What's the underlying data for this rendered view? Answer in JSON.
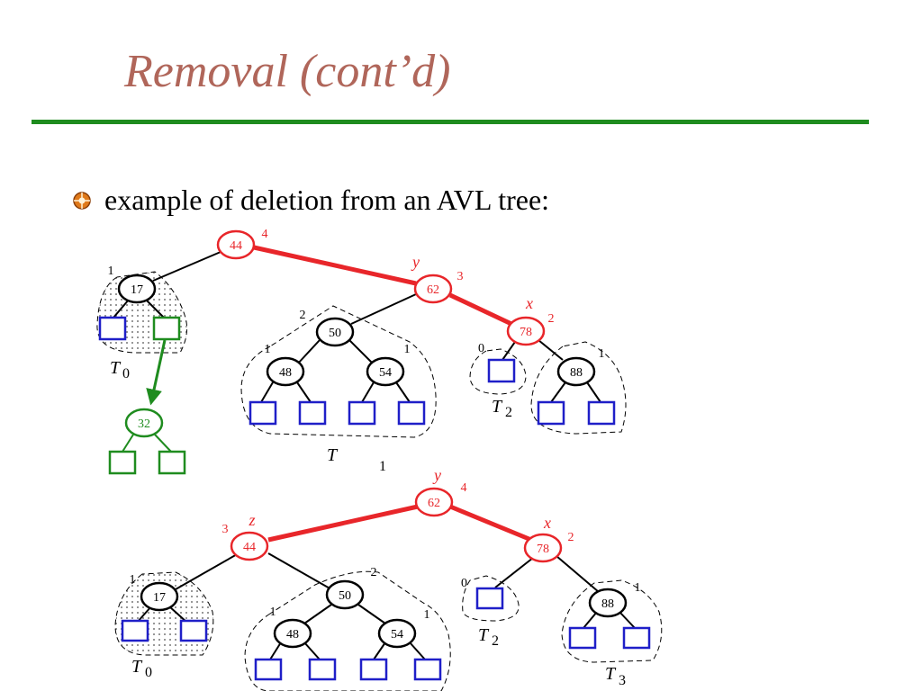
{
  "slide": {
    "title": "Removal (cont’d)",
    "bullet": "example of deletion from an AVL tree:"
  },
  "colors": {
    "title": "#b0665a",
    "rule": "#1f8c1f",
    "highlight": "#e8262a",
    "leaf": "#1f1fc8",
    "removed": "#1f8c1f",
    "bullet": "#e07a1a"
  },
  "top_tree": {
    "nodes": {
      "n44": {
        "key": "44",
        "height": "4"
      },
      "n17": {
        "key": "17",
        "height": "1"
      },
      "n62": {
        "key": "62",
        "height": "3",
        "role": "y"
      },
      "n50": {
        "key": "50",
        "height": "2"
      },
      "n78": {
        "key": "78",
        "height": "2",
        "role": "x"
      },
      "n48": {
        "key": "48",
        "height": "1"
      },
      "n54": {
        "key": "54",
        "height": "1"
      },
      "n88": {
        "key": "88",
        "height": "1"
      },
      "n32": {
        "key": "32"
      }
    },
    "subtrees": {
      "t0": "T",
      "t0_sub": "0",
      "t1": "T",
      "t1_sub": "1",
      "t2": "T",
      "t2_sub": "2",
      "t2_height": "0"
    }
  },
  "bottom_tree": {
    "nodes": {
      "n62": {
        "key": "62",
        "height": "4",
        "role": "y"
      },
      "n44": {
        "key": "44",
        "height": "3",
        "role": "z"
      },
      "n78": {
        "key": "78",
        "height": "2",
        "role": "x"
      },
      "n17": {
        "key": "17",
        "height": "1"
      },
      "n50": {
        "key": "50",
        "height": "2"
      },
      "n48": {
        "key": "48",
        "height": "1"
      },
      "n54": {
        "key": "54",
        "height": "1"
      },
      "n88": {
        "key": "88",
        "height": "1"
      }
    },
    "subtrees": {
      "t0": "T",
      "t0_sub": "0",
      "t2": "T",
      "t2_sub": "2",
      "t2_height": "0",
      "t3": "T",
      "t3_sub": "3"
    }
  }
}
